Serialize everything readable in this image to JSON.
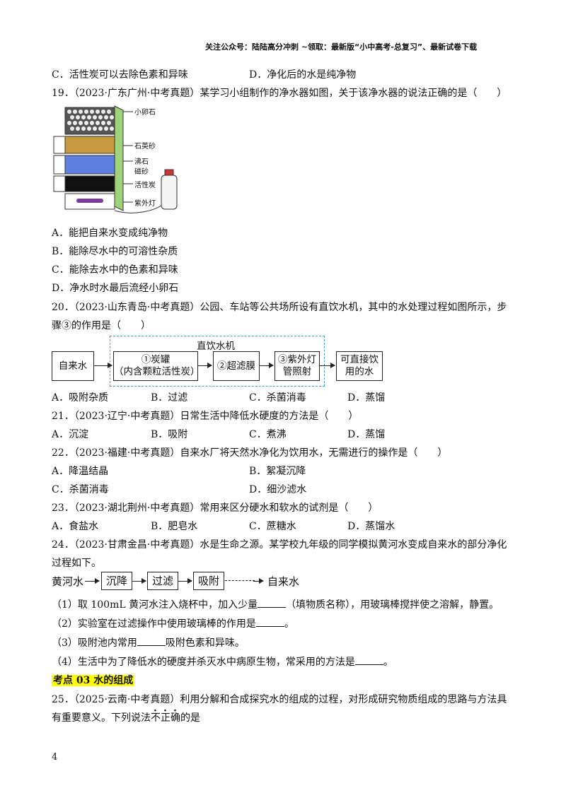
{
  "header": {
    "text": "关注公众号：陆陆高分冲刺   ~领取：最新版“小中高考-总复习”、最新试卷下载"
  },
  "q18": {
    "optC": "C．活性炭可以去除色素和异味",
    "optD": "D．净化后的水是纯净物"
  },
  "q19": {
    "stem": "19．（2023·广东广州·中考真题）某学习小组制作的净水器如图，关于该净水器的说法正确的是（　　）",
    "figure_labels": [
      "小卵石",
      "石英砂",
      "沸石",
      "磁砂",
      "活性炭",
      "紫外灯"
    ],
    "options": [
      "A．能把自来水变成纯净物",
      "B．能除尽水中的可溶性杂质",
      "C．能除去水中的色素和异味",
      "D．净水时水最后流经小卵石"
    ]
  },
  "q20": {
    "stem1": "20．（2023·山东青岛·中考真题）公园、车站等公共场所设有直饮水机，其中的水处理过程如图所示，步",
    "stem2": "骤③的作用是（　　）",
    "diagram": {
      "title": "直饮水机",
      "start": "自来水",
      "step1_l1": "①炭罐",
      "step1_l2": "（内含颗粒活性炭）",
      "step2": "②超滤膜",
      "step3_l1": "③紫外灯",
      "step3_l2": "管照射",
      "end_l1": "可直接饮",
      "end_l2": "用的水"
    },
    "options": [
      "A．吸附杂质",
      "B．过滤",
      "C．杀菌消毒",
      "D．蒸馏"
    ]
  },
  "q21": {
    "stem": "21．（2023·辽宁·中考真题）日常生活中降低水硬度的方法是（　　）",
    "options": [
      "A．沉淀",
      "B．吸附",
      "C．煮沸",
      "D．蒸馏"
    ]
  },
  "q22": {
    "stem": "22．（2023·福建·中考真题）自来水厂将天然水净化为饮用水，无需进行的操作是（　　）",
    "options": [
      "A．降温结晶",
      "B．絮凝沉降",
      "C．杀菌消毒",
      "D．细沙滤水"
    ]
  },
  "q23": {
    "stem": "23．（2023·湖北荆州·中考真题）常用来区分硬水和软水的试剂是（　　）",
    "options": [
      "A．食盐水",
      "B．肥皂水",
      "C．蔗糖水",
      "D．蒸馏水"
    ]
  },
  "q24": {
    "stem1": "24．（2023·甘肃金昌·中考真题）水是生命之源。某学校九年级的同学模拟黄河水变成自来水的部分净化",
    "stem2": "过程如下。",
    "flow": {
      "start": "黄河水",
      "s1": "沉降",
      "s2": "过滤",
      "s3": "吸附",
      "end": "自来水"
    },
    "sub1a": "（1）取 100mL 黄河水注入烧杯中，加入少量",
    "sub1b": "（填物质名称），用玻璃棒搅拌使之溶解，静置。",
    "sub2a": "（2）实验室在过滤操作中使用玻璃棒的作用是",
    "sub2b": "。",
    "sub3a": "（3）吸附池内常用",
    "sub3b": "吸附色素和异味。",
    "sub4a": "（4）生活中为了降低水的硬度并杀灭水中病原生物，常采用的方法是",
    "sub4b": "。"
  },
  "section": {
    "tag": "考点 03",
    "title": "水的组成"
  },
  "q25": {
    "stem1": "25．（2025·云南·中考真题）利用分解和合成探究水的组成的过程，对形成研究物质组成的思路与方法具",
    "stem2a": "有重要意义。下列说法",
    "stem2_emph": [
      "不",
      "正",
      "确"
    ],
    "stem2b": "的是"
  },
  "page_number": "4"
}
